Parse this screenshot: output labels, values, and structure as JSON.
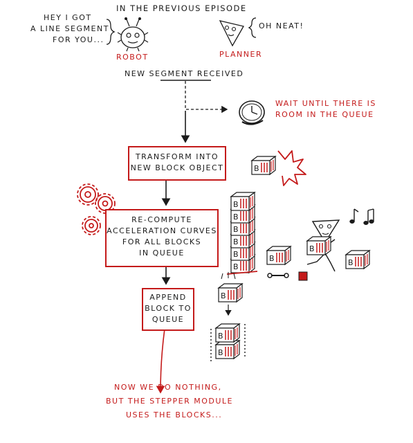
{
  "header": {
    "title": "In the previous episode"
  },
  "robot": {
    "speech": [
      "Hey I got",
      "a line segment",
      "for you..."
    ],
    "name": "Robot"
  },
  "planner": {
    "speech": "Oh neat!",
    "name": "Planner"
  },
  "flow": {
    "start": "New segment received",
    "wait": [
      "Wait until there is",
      "room in the queue"
    ],
    "step1": [
      "Transform into",
      "new block object"
    ],
    "step2": [
      "Re-compute",
      "acceleration curves",
      "for all blocks",
      "in queue"
    ],
    "step3": [
      "Append",
      "block to",
      "queue"
    ],
    "end": [
      "Now we do nothing,",
      "but the stepper module",
      "uses the blocks..."
    ]
  },
  "block_letter": "B",
  "colors": {
    "accent_red": "#c41a1a",
    "ink": "#1b1b1b"
  },
  "icons": [
    "robot-icon",
    "planner-icon",
    "clock-icon",
    "gear-icon",
    "music-note-icon",
    "block-icon"
  ]
}
